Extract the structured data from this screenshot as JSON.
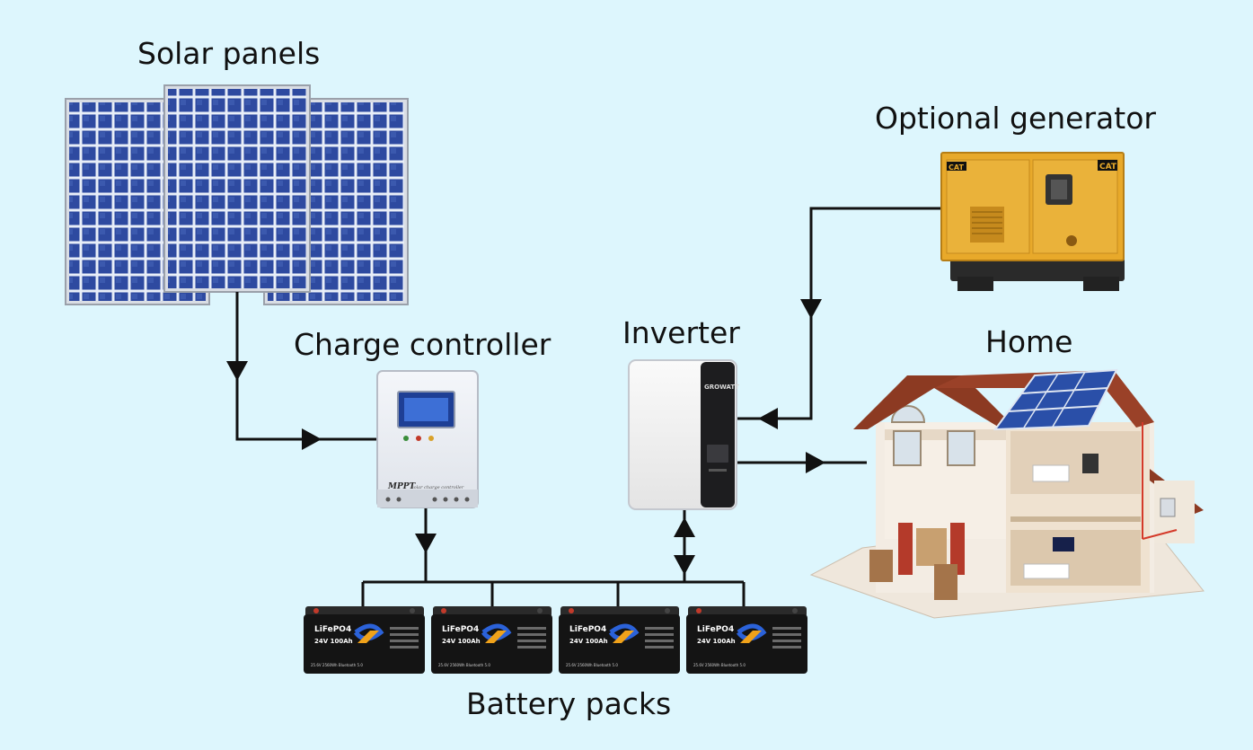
{
  "labels": {
    "solar_panels": "Solar panels",
    "charge_controller": "Charge controller",
    "inverter": "Inverter",
    "optional_generator": "Optional generator",
    "home": "Home",
    "battery_packs": "Battery packs"
  },
  "devices": {
    "controller_brand": "MPPT",
    "controller_caption": "solar charge controller",
    "inverter_brand": "GROWATT",
    "generator_brand": "CAT",
    "battery_chem": "LiFePO4",
    "battery_rating": "24V 100Ah",
    "battery_spec": "25.6V 2560Wh Bluetooth 5.0"
  },
  "colors": {
    "background": "#ddf6fd",
    "line": "#111111",
    "panel_cell": "#2e4aa0",
    "generator": "#e8a92a",
    "roof": "#8c3a22"
  }
}
